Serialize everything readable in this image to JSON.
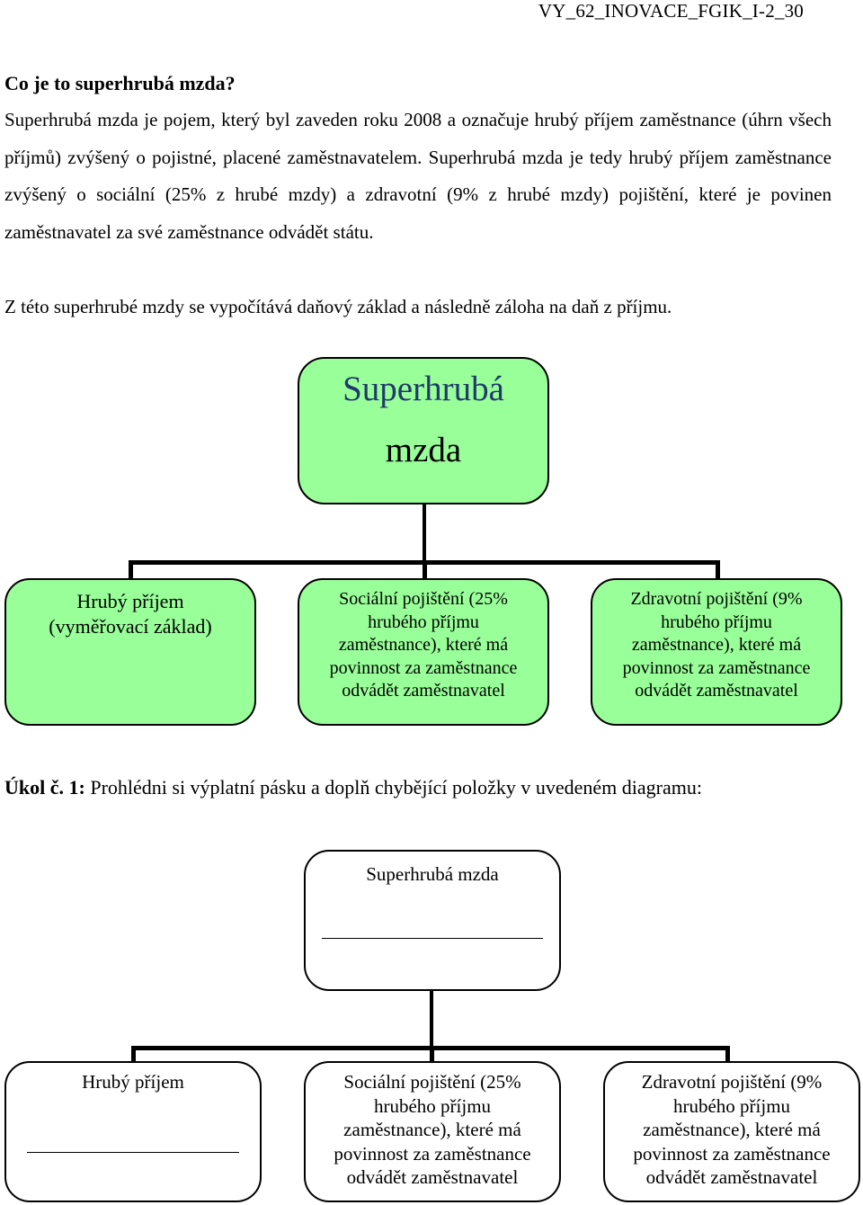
{
  "header": {
    "code": "VY_62_INOVACE_FGIK_I-2_30"
  },
  "heading": "Co je to superhrubá mzda?",
  "paragraph1": "Superhrubá mzda je pojem, který byl zaveden roku 2008 a označuje hrubý příjem zaměstnance (úhrn všech příjmů) zvýšený o pojistné, placené zaměstnavatelem. Superhrubá mzda je tedy hrubý příjem zaměstnance zvýšený o sociální (25% z hrubé mzdy) a zdravotní (9% z hrubé mzdy) pojištění, které je povinen zaměstnavatel za své zaměstnance odvádět státu.",
  "paragraph2": "Z této superhrubé mzdy se vypočítává daňový základ a následně záloha na daň z příjmu.",
  "diagram1": {
    "root": {
      "line1": "Superhrubá",
      "line2": "mzda"
    },
    "children": [
      {
        "line1": "Hrubý příjem",
        "line2": "(vyměřovací základ)"
      },
      {
        "lines": [
          "Sociální pojištění (25%",
          "hrubého příjmu",
          "zaměstnance), které má",
          "povinnost za zaměstnance",
          "odvádět zaměstnavatel"
        ]
      },
      {
        "lines": [
          "Zdravotní pojištění (9%",
          "hrubého příjmu",
          "zaměstnance), které má",
          "povinnost za zaměstnance",
          "odvádět zaměstnavatel"
        ]
      }
    ],
    "colors": {
      "fill": "#99ff99",
      "stroke": "#000000"
    }
  },
  "task": {
    "label": "Úkol č. 1:",
    "text": "Prohlédni si výplatní pásku a doplň chybějící položky v uvedeném diagramu:"
  },
  "diagram2": {
    "root": {
      "label": "Superhrubá mzda"
    },
    "children": [
      {
        "label": "Hrubý příjem"
      },
      {
        "lines": [
          "Sociální pojištění (25%",
          "hrubého příjmu",
          "zaměstnance), které má",
          "povinnost za zaměstnance",
          "odvádět zaměstnavatel"
        ]
      },
      {
        "lines": [
          "Zdravotní pojištění (9%",
          "hrubého příjmu",
          "zaměstnance), které má",
          "povinnost za zaměstnance",
          "odvádět zaměstnavatel"
        ]
      }
    ]
  }
}
